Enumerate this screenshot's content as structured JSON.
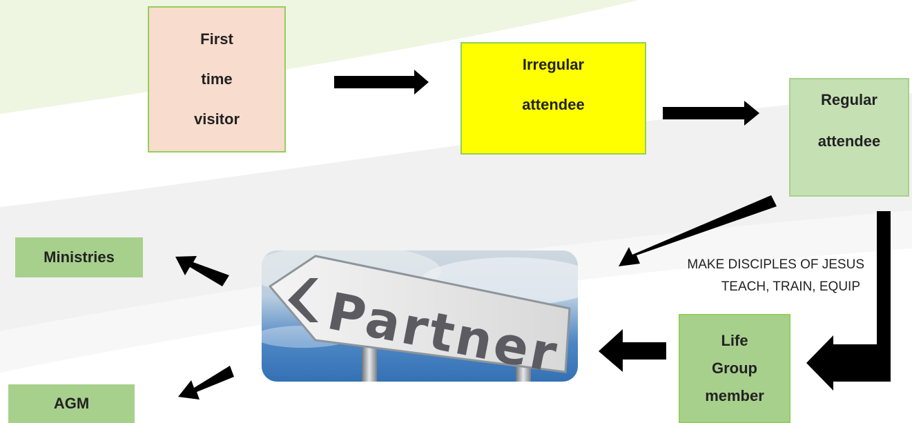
{
  "nodes": {
    "first_time_visitor": [
      "First",
      "time",
      "visitor"
    ],
    "irregular_attendee": [
      "Irregular",
      "attendee"
    ],
    "regular_attendee": [
      "Regular",
      "attendee"
    ],
    "life_group_member": [
      "Life",
      "Group",
      "member"
    ],
    "ministries": "Ministries",
    "agm": "AGM"
  },
  "annotation": {
    "line1": "MAKE DISCIPLES OF JESUS",
    "line2": "TEACH, TRAIN, EQUIP"
  },
  "image_text": "Partner",
  "colors": {
    "first_box": "#f8dccd",
    "irregular_box": "#ffff00",
    "regular_box": "#c5e0b3",
    "life_box": "#a8d08d",
    "ministries_box": "#a8d08d",
    "agm_box": "#a8d08d",
    "arrow": "#000000"
  }
}
